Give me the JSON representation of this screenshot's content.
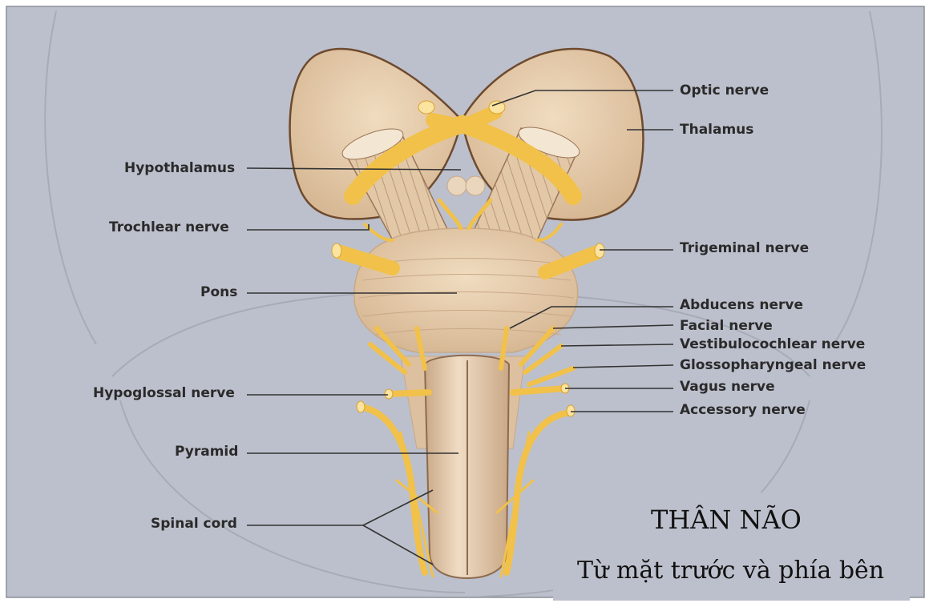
{
  "labels": {
    "optic_nerve": "Optic nerve",
    "thalamus": "Thalamus",
    "hypothalamus": "Hypothalamus",
    "trochlear_nerve": "Trochlear nerve",
    "trigeminal_nerve": "Trigeminal nerve",
    "pons": "Pons",
    "abducens_nerve": "Abducens nerve",
    "facial_nerve": "Facial nerve",
    "vestibulocochlear_nerve": "Vestibulocochlear nerve",
    "glossopharyngeal_nerve": "Glossopharyngeal nerve",
    "hypoglossal_nerve": "Hypoglossal nerve",
    "vagus_nerve": "Vagus nerve",
    "accessory_nerve": "Accessory nerve",
    "pyramid": "Pyramid",
    "spinal_cord": "Spinal cord"
  },
  "caption": {
    "title": "THÂN NÃO",
    "subtitle": "Từ mặt trước và phía bên"
  },
  "colors": {
    "background": "#bcc0cc",
    "tissue": "#e8d2b4",
    "tissue_shadow": "#c9a886",
    "outline": "#6e4a2e",
    "nerve": "#f1c14a",
    "nerve_dark": "#d9a22f",
    "leader": "#333333"
  }
}
